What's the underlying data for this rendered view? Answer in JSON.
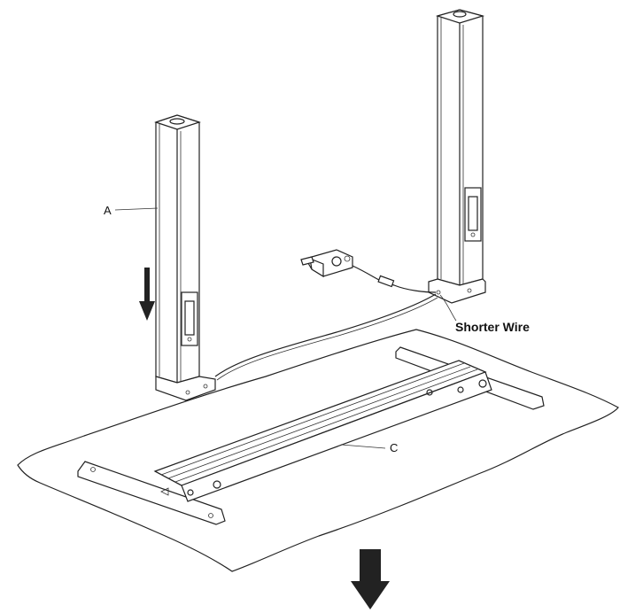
{
  "labels": {
    "leg_a": "A",
    "wire": "Shorter Wire",
    "frame_c": "C"
  },
  "colors": {
    "line": "#222222",
    "arrow": "#222222",
    "background": "#ffffff"
  }
}
